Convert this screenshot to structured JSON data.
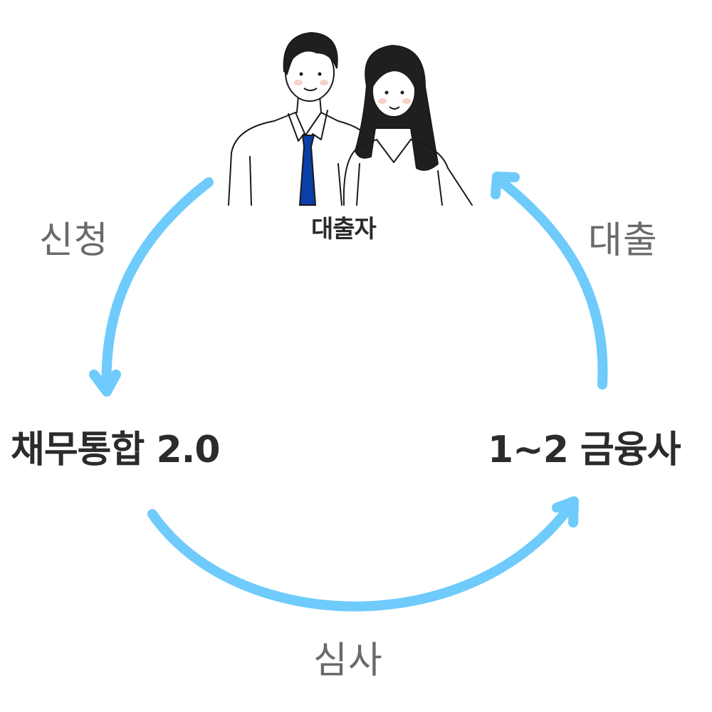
{
  "diagram": {
    "borrower_label": "대출자",
    "left_node": "채무통합 2.0",
    "right_node": "1~2 금융사",
    "steps": {
      "apply": "신청",
      "review": "심사",
      "loan": "대출"
    }
  },
  "colors": {
    "arrow": "#6ecbfb",
    "node_text": "#2b2b2b",
    "step_text": "#6a6a6a",
    "tie": "#0b3fa8",
    "background": "#ffffff"
  },
  "icons": [
    "borrower-couple-illustration",
    "arrow-icon"
  ]
}
